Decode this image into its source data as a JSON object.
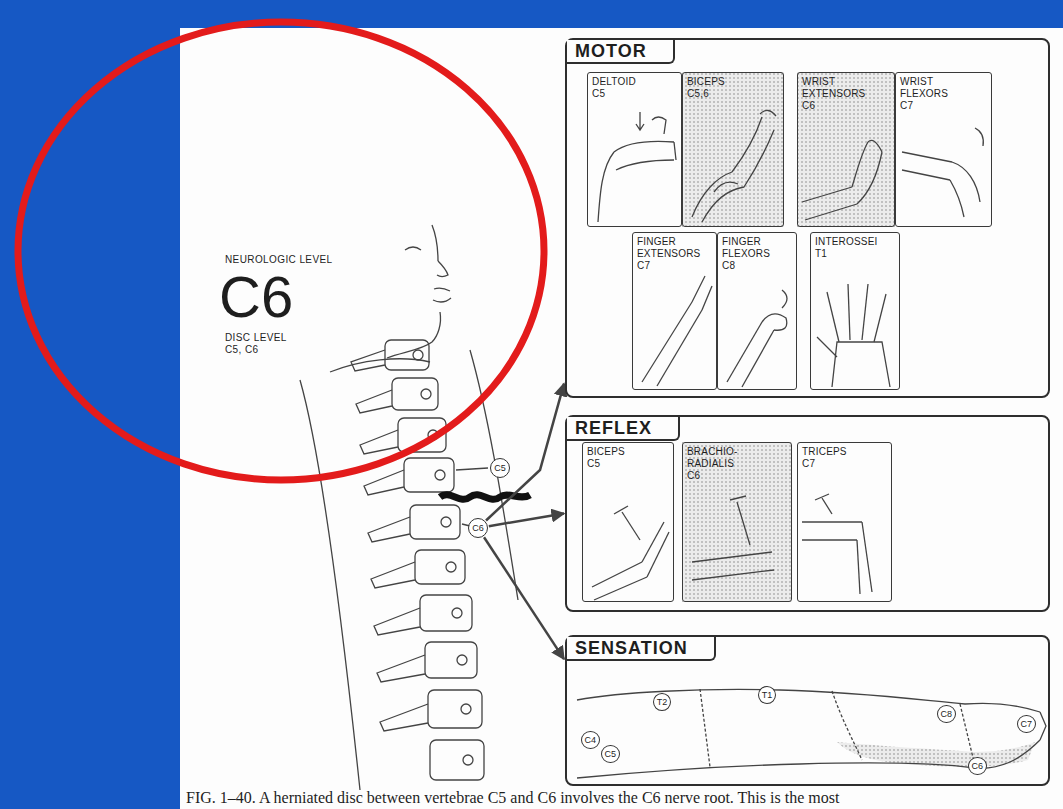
{
  "diagram": {
    "caption": "FIG. 1–40. A herniated disc between vertebrae C5 and C6 involves the C6 nerve root. This is the most",
    "nodes": [
      {
        "text": [
          "C5"
        ]
      },
      {
        "text": [
          "C6"
        ]
      },
      {
        "text": [
          "MOTOR"
        ]
      },
      {
        "text": [
          "DELTOID",
          "C5"
        ],
        "in": 2
      },
      {
        "text": [
          "BICEPS",
          "C5,6"
        ],
        "in": 2
      },
      {
        "text": [
          "WRIST EXTENSORS",
          "C6"
        ],
        "in": 2
      },
      {
        "text": [
          "WRIST FLEXORS",
          "C7"
        ],
        "in": 2
      },
      {
        "text": [
          "FINGER EXTENSORS",
          "C7"
        ],
        "in": 2
      },
      {
        "text": [
          "FINGER FLEXORS",
          "C8"
        ],
        "in": 2
      },
      {
        "text": [
          "INTEROSSEI",
          "T1"
        ],
        "in": 2
      },
      {
        "text": [
          "REFLEX"
        ]
      },
      {
        "text": [
          "BICEPS",
          "C5"
        ],
        "in": 10
      },
      {
        "text": [
          "BRACHIO- RADIALIS",
          "C6"
        ],
        "in": 10
      },
      {
        "text": [
          "TRICEPS",
          "C7"
        ],
        "in": 10
      },
      {
        "text": [
          "SENSATION"
        ]
      },
      {
        "text": [
          "C4"
        ],
        "in": 14
      },
      {
        "text": [
          "C5"
        ],
        "in": 14
      },
      {
        "text": [
          "T2"
        ],
        "in": 14
      },
      {
        "text": [
          "T1"
        ],
        "in": 14
      },
      {
        "text": [
          "C8"
        ],
        "in": 14
      },
      {
        "text": [
          "C7"
        ],
        "in": 14
      },
      {
        "text": [
          "C6"
        ],
        "in": 14
      }
    ],
    "edges": [
      {
        "from": 1,
        "to": 2,
        "arrow": "to"
      },
      {
        "from": 1,
        "to": 10,
        "arrow": "to"
      },
      {
        "from": 1,
        "to": 14,
        "arrow": "to"
      }
    ],
    "labels": [
      "NEUROLOGIC LEVEL",
      "C6",
      "DISC LEVEL",
      "C5, C6"
    ]
  }
}
